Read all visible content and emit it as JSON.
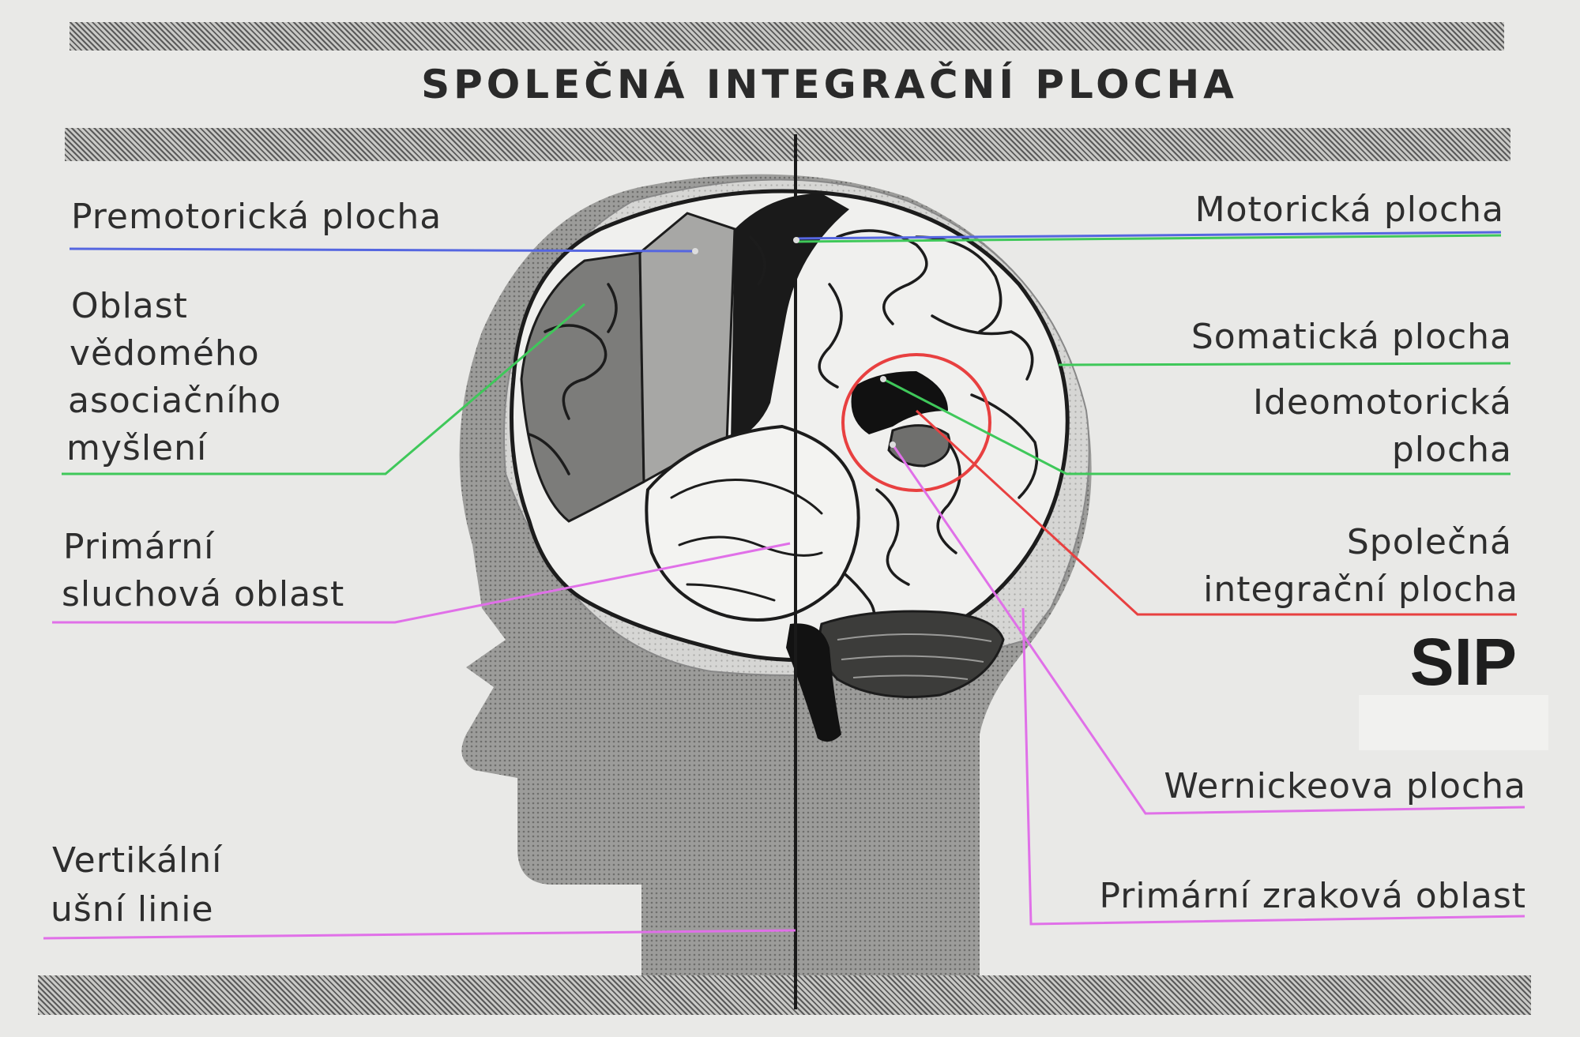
{
  "title": "SPOLEČNÁ INTEGRAČNÍ PLOCHA",
  "sip": "SIP",
  "labels_left": {
    "premotor": "Premotorická plocha",
    "oblast_1": "Oblast",
    "oblast_2": "vědomého",
    "oblast_3": "asociačního",
    "oblast_4": "myšlení",
    "sluch_1": "Primární",
    "sluch_2": "sluchová oblast",
    "vert_1": "Vertikální",
    "vert_2": "ušní linie"
  },
  "labels_right": {
    "motor": "Motorická plocha",
    "somat": "Somatická plocha",
    "ideo_1": "Ideomotorická",
    "ideo_2": "plocha",
    "spol_1": "Společná",
    "spol_2": "integrační plocha",
    "wernicke": "Wernickeova plocha",
    "zrak": "Primární zraková oblast"
  },
  "colors": {
    "blue": "#5566e0",
    "green": "#3fc85a",
    "pink": "#e070e8",
    "red": "#e84040"
  }
}
